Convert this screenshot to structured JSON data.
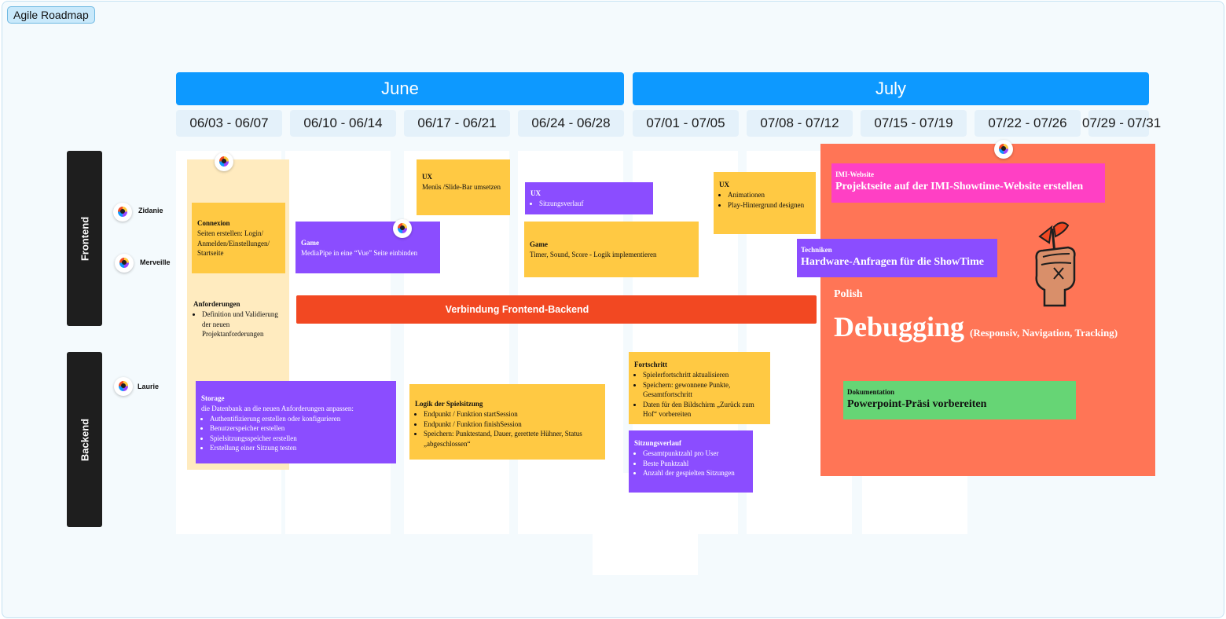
{
  "frame": {
    "label": "Agile Roadmap"
  },
  "months": [
    "June",
    "July"
  ],
  "weeks": [
    "06/03 - 06/07",
    "06/10 - 06/14",
    "06/17 - 06/21",
    "06/24 - 06/28",
    "07/01 - 07/05",
    "07/08 - 07/12",
    "07/15 - 07/19",
    "07/22 - 07/26",
    "07/29 - 07/31"
  ],
  "lanes": {
    "frontend": "Frontend",
    "backend": "Backend"
  },
  "people": [
    "Zidanie",
    "Merveille",
    "Laurie"
  ],
  "notes": {
    "connexion": {
      "title": "Connexion",
      "body": "Seiten erstellen: Login/ Anmelden/Einstellungen/ Startseite"
    },
    "anforderungen": {
      "title": "Anforderungen",
      "items": [
        "Definition und Validierung der neuen Projektanforderungen"
      ]
    },
    "ux_menus": {
      "title": "UX",
      "body": "Menüs /Slide-Bar umsetzen"
    },
    "game_mediapipe": {
      "title": "Game",
      "body": "MediaPipe in eine “Vue” Seite einbinden"
    },
    "ux_sitzung": {
      "title": "UX",
      "items": [
        "Sitzungsverlauf"
      ]
    },
    "game_timer": {
      "title": "Game",
      "body": "Timer, Sound, Score - Logik implementieren"
    },
    "ux_animationen": {
      "title": "UX",
      "items": [
        "Animationen",
        "Play-Hintergrund designen"
      ]
    },
    "banner": "Verbindung Frontend-Backend",
    "storage": {
      "title": "Storage",
      "body": "die Datenbank an die neuen Anforderungen anpassen:",
      "items": [
        "Authentifizierung erstellen oder konfigurieren",
        "Benutzerspeicher erstellen",
        "Spielsitzungsspeicher erstellen",
        "Erstellung einer Sitzung testen"
      ]
    },
    "logik": {
      "title": "Logik der Spielsitzung",
      "items": [
        "Endpunkt / Funktion startSession",
        "Endpunkt / Funktion finishSession",
        "Speichern: Punktestand, Dauer, gerettete Hühner, Status „abgeschlossen“"
      ]
    },
    "fortschritt": {
      "title": "Fortschritt",
      "items": [
        "Spielerfortschritt aktualisieren",
        "Speichern: gewonnene Punkte, Gesamtfortschritt",
        "Daten für den Bildschirm „Zurück zum Hof“ vorbereiten"
      ]
    },
    "sitzungsverlauf": {
      "title": "Sitzungsverlauf",
      "items": [
        "Gesamtpunktzahl pro User",
        "Beste Punktzahl",
        "Anzahl der gespielten Sitzungen"
      ]
    },
    "imi": {
      "title": "IMI-Website",
      "body": "Projektseite auf der IMI-Showtime-Website erstellen"
    },
    "techniken": {
      "title": "Techniken",
      "body": "Hardware-Anfragen für die ShowTime"
    },
    "polish": {
      "label": "Polish",
      "headline": "Debugging",
      "sub": "(Responsiv, Navigation, Tracking)"
    },
    "doku": {
      "title": "Dokumentation",
      "body": "Powerpoint-Präsi vorbereiten"
    }
  },
  "colors": {
    "month": "#0d99ff",
    "yellow": "#ffc943",
    "purple": "#8b4dff",
    "banner": "#f24822",
    "polish": "#ff7556",
    "pink": "#ff40c4",
    "green": "#66d575"
  }
}
